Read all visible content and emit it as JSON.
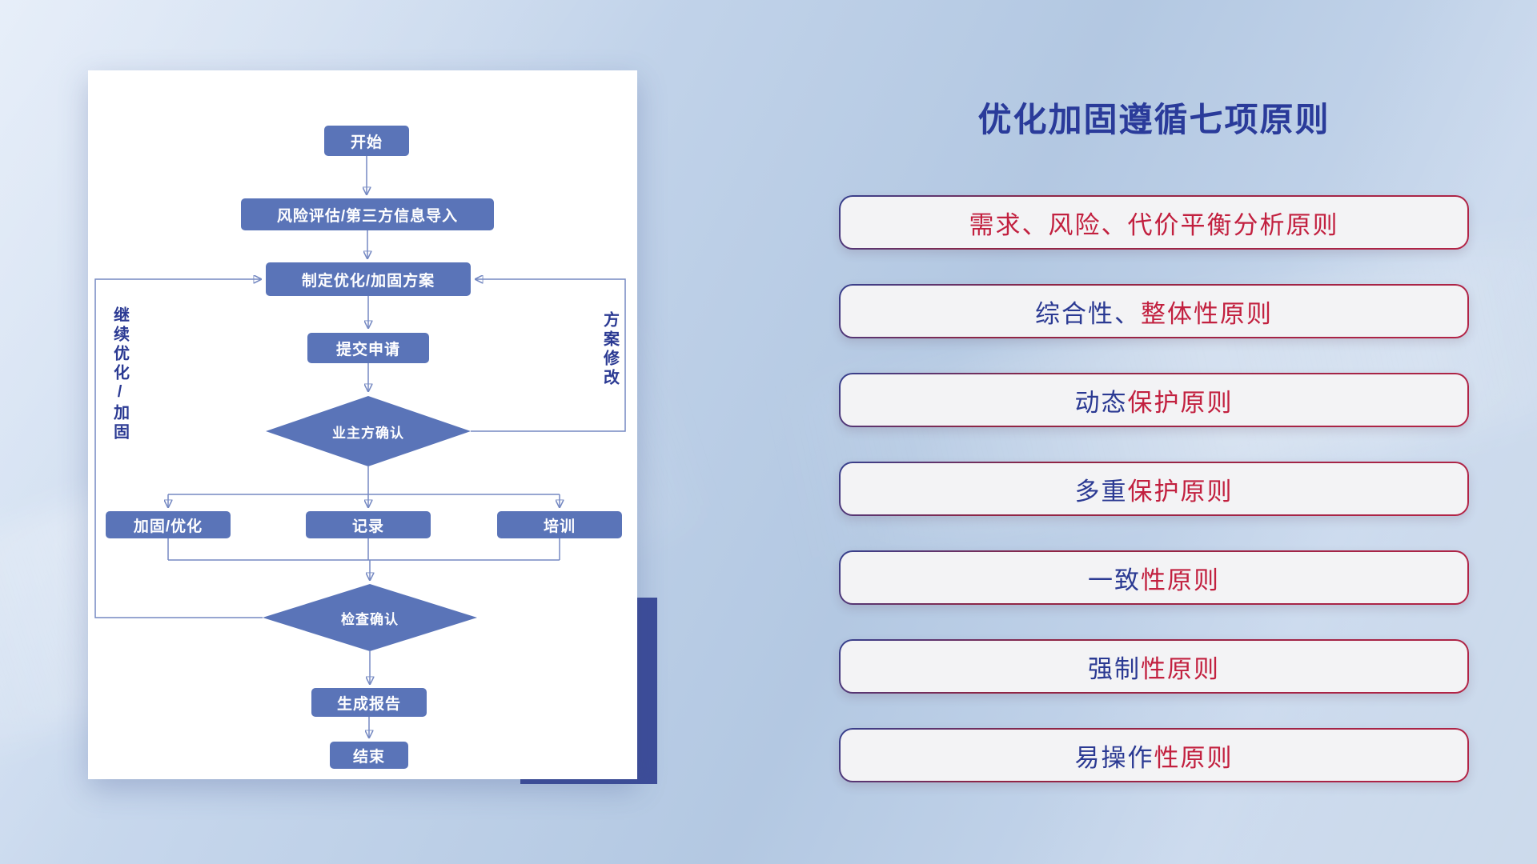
{
  "colors": {
    "red": "#c2203f",
    "blue": "#2b3a93",
    "title_blue": "#2a3b9a",
    "node_blue": "#5a74b8",
    "line_blue": "#7589c2",
    "accent_shadow": "#3d4d99"
  },
  "flowchart": {
    "nodes": {
      "start": "开始",
      "risk": "风险评估/第三方信息导入",
      "plan": "制定优化/加固方案",
      "submit": "提交申请",
      "owner_confirm": "业主方确认",
      "reinforce": "加固/优化",
      "record": "记录",
      "training": "培训",
      "check_confirm": "检查确认",
      "report": "生成报告",
      "end": "结束"
    },
    "loop_labels": {
      "left": "继续优化/加固",
      "right": "方案修改"
    }
  },
  "panel": {
    "title": "优化加固遵循七项原则",
    "principles": [
      {
        "segments": [
          {
            "text": "需求、风险、代价平衡分析原则",
            "color": "red"
          }
        ]
      },
      {
        "segments": [
          {
            "text": "综合性、",
            "color": "blue"
          },
          {
            "text": "整体性原则",
            "color": "red"
          }
        ]
      },
      {
        "segments": [
          {
            "text": "动态",
            "color": "blue"
          },
          {
            "text": "保护原则",
            "color": "red"
          }
        ]
      },
      {
        "segments": [
          {
            "text": "多重",
            "color": "blue"
          },
          {
            "text": "保护原则",
            "color": "red"
          }
        ]
      },
      {
        "segments": [
          {
            "text": "一致",
            "color": "blue"
          },
          {
            "text": "性原则",
            "color": "red"
          }
        ]
      },
      {
        "segments": [
          {
            "text": "强制",
            "color": "blue"
          },
          {
            "text": "性原则",
            "color": "red"
          }
        ]
      },
      {
        "segments": [
          {
            "text": "易操作",
            "color": "blue"
          },
          {
            "text": "性原则",
            "color": "red"
          }
        ]
      }
    ]
  }
}
